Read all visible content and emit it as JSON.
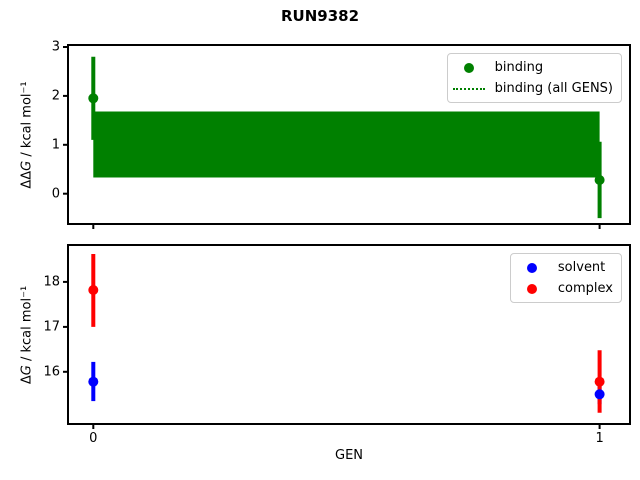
{
  "title": "RUN9382",
  "colors": {
    "binding": "#008000",
    "solvent": "#0000ff",
    "complex": "#ff0000",
    "axes": "#000000",
    "legend_border": "#cccccc",
    "background": "#ffffff"
  },
  "chart_data": [
    {
      "type": "scatter",
      "subplot": "top",
      "ylabel": {
        "prefix": "ΔΔ",
        "symbol": "G",
        "suffix": " / kcal mol⁻¹"
      },
      "xlabel": "",
      "xlim": [
        -0.05,
        1.06
      ],
      "ylim": [
        -0.62,
        3.04
      ],
      "ytick_values": [
        0,
        1,
        2,
        3
      ],
      "ytick_labels": [
        "0",
        "1",
        "2",
        "3"
      ],
      "xtick_values": [
        0,
        1
      ],
      "xtick_labels": [
        "0",
        "1"
      ],
      "show_xtick_labels": false,
      "grid": false,
      "band": {
        "name": "binding (all GENS)",
        "color": "#008000",
        "x_start": 0,
        "x_end": 1,
        "y_low": 0.33,
        "y_high": 1.68
      },
      "series": [
        {
          "name": "binding",
          "color": "#008000",
          "marker": "circle",
          "points": [
            {
              "x": 0,
              "y": 1.95,
              "y_err_low": 1.1,
              "y_err_high": 2.8
            },
            {
              "x": 1,
              "y": 0.28,
              "y_err_low": -0.5,
              "y_err_high": 1.06
            }
          ]
        }
      ],
      "legend": {
        "position": "upper right",
        "items": [
          {
            "label": "binding",
            "marker": "dot",
            "color": "#008000"
          },
          {
            "label": "binding (all GENS)",
            "marker": "dotted-line",
            "color": "#008000"
          }
        ]
      }
    },
    {
      "type": "scatter",
      "subplot": "bottom",
      "ylabel": {
        "prefix": "Δ",
        "symbol": "G",
        "suffix": " / kcal mol⁻¹"
      },
      "xlabel": "GEN",
      "xlim": [
        -0.05,
        1.06
      ],
      "ylim": [
        14.84,
        18.82
      ],
      "ytick_values": [
        16,
        17,
        18
      ],
      "ytick_labels": [
        "16",
        "17",
        "18"
      ],
      "xtick_values": [
        0,
        1
      ],
      "xtick_labels": [
        "0",
        "1"
      ],
      "show_xtick_labels": true,
      "grid": false,
      "band": null,
      "series": [
        {
          "name": "solvent",
          "color": "#0000ff",
          "marker": "circle",
          "points": [
            {
              "x": 0,
              "y": 15.78,
              "y_err_low": 15.35,
              "y_err_high": 16.22
            },
            {
              "x": 1,
              "y": 15.5,
              "y_err_low": 15.28,
              "y_err_high": 15.72
            }
          ]
        },
        {
          "name": "complex",
          "color": "#ff0000",
          "marker": "circle",
          "points": [
            {
              "x": 0,
              "y": 17.82,
              "y_err_low": 17.0,
              "y_err_high": 18.62
            },
            {
              "x": 1,
              "y": 15.78,
              "y_err_low": 15.09,
              "y_err_high": 16.48
            }
          ]
        }
      ],
      "legend": {
        "position": "upper right",
        "items": [
          {
            "label": "solvent",
            "marker": "dot",
            "color": "#0000ff"
          },
          {
            "label": "complex",
            "marker": "dot",
            "color": "#ff0000"
          }
        ]
      }
    }
  ]
}
